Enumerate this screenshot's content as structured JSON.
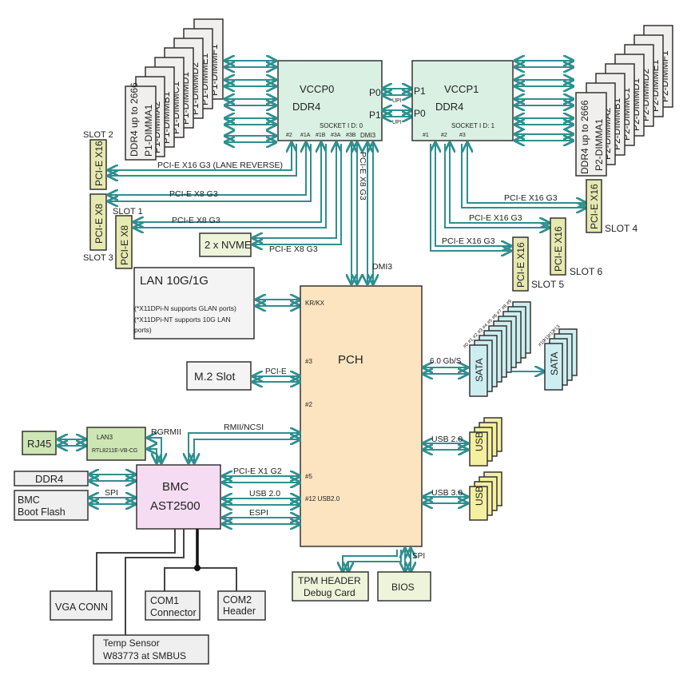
{
  "colors": {
    "bus": "#2e8f8f",
    "cpu_fill": "#d9f0e3",
    "pch_fill": "#fde4c0",
    "bmc_fill": "#f5dcf3",
    "slot_fill": "#e6e9b0",
    "dimm_fill": "#f1eeee",
    "green_fill": "#cde6b4",
    "sata_fill": "#cdeef0",
    "usb_fill": "#f5f0a0",
    "gray_fill": "#efefef",
    "lightgreen_fill": "#eef4da"
  },
  "cpu0": {
    "name": "VCCP0",
    "mem": "DDR4",
    "p0": "P0",
    "p1": "P1",
    "socket": "SOCKET  I D: 0",
    "ports": [
      "#2",
      "#1A",
      "#1B",
      "#3A",
      "#3B",
      "DMI3"
    ]
  },
  "cpu1": {
    "name": "VCCP1",
    "mem": "DDR4",
    "p1": "P1",
    "p0": "P0",
    "socket": "SOCKET  I D: 1",
    "ports": [
      "#1",
      "#2",
      "#3"
    ]
  },
  "upi": [
    "UPI",
    "UPI"
  ],
  "p1_dimms": {
    "header": "DDR4  up to 2666",
    "slots": [
      "P1-DIMMA1",
      "P1-DIMMA2",
      "P1-DIMMB1",
      "P1-DIMMC1",
      "P1-DIMMD1",
      "P1-DIMMD2",
      "P1-DIMME1",
      "P1-DIMMF1"
    ]
  },
  "p2_dimms": {
    "header": "DDR4  up to 2666",
    "slots": [
      "P2-DIMMA1",
      "P2-DIMMA2",
      "P2-DIMMB1",
      "P2-DIMMC1",
      "P2-DIMMD1",
      "P2-DIMMD2",
      "P2-DIMME1",
      "P2-DIMMF1"
    ]
  },
  "left_slots": [
    {
      "label": "PCI-E X16",
      "slot": "SLOT 2",
      "bus": "PCI-E X16 G3 (LANE REVERSE)"
    },
    {
      "label": "PCI-E X8",
      "slot": "SLOT 3",
      "bus": "PCI-E X8 G3"
    },
    {
      "label": "PCI-E X8",
      "slot": "SLOT 1",
      "bus": "PCI-E X8 G3"
    }
  ],
  "nvme": {
    "label": "2 x NVME",
    "bus": "PCI-E X8 G3"
  },
  "cpu0_pch": {
    "pcie": "PCI-E X8 G3",
    "dmi": "DMI3"
  },
  "right_slots": [
    {
      "label": "PCI-E X16",
      "slot": "SLOT 4",
      "bus": "PCI-E X16 G3"
    },
    {
      "label": "PCI-E X16",
      "slot": "SLOT 6",
      "bus": "PCI-E X16 G3"
    },
    {
      "label": "PCI-E X16",
      "slot": "SLOT 5",
      "bus": "PCI-E X16 G3"
    }
  ],
  "lan": {
    "title": "LAN 10G/1G",
    "note1": "(*X11DPi-N supports GLAN ports)",
    "note2": "(*X11DPi-NT supports 10G LAN",
    "note3": "ports)",
    "bus": "KR/KX"
  },
  "pch": {
    "name": "PCH",
    "ports": {
      "kr": "KR/KX",
      "p3": "#3",
      "p2": "#2",
      "p5": "#5",
      "p12": "#12 USB2.0"
    }
  },
  "m2": {
    "label": "M.2 Slot",
    "bus": "PCI-E"
  },
  "sata": {
    "speed": "6.0 Gb/S",
    "label": "SATA",
    "group1": [
      "#0",
      "#1",
      "#2",
      "#3",
      "#4",
      "#5",
      "#6",
      "#7",
      "#8",
      "#9"
    ],
    "group2": [
      "#10",
      "#11",
      "#12",
      "#13"
    ]
  },
  "usb": [
    {
      "bus": "USB 2.0",
      "label": "USB"
    },
    {
      "bus": "USB 3.0",
      "label": "USB"
    }
  ],
  "rj45": "RJ45",
  "lan3": {
    "line1": "LAN3",
    "line2": "RTL8211E-VB-CG",
    "bus": "RGRMII"
  },
  "rmii": "RMII/NCSI",
  "ddr4": "DDR4",
  "bootflash": {
    "line1": "BMC",
    "line2": "Boot Flash",
    "bus": "SPI"
  },
  "bmc": {
    "line1": "BMC",
    "line2": "AST2500"
  },
  "bmc_pch": {
    "pcie": "PCI-E X1 G2",
    "usb": "USB 2.0",
    "espi": "ESPI"
  },
  "vga": "VGA CONN",
  "com1": {
    "line1": "COM1",
    "line2": "Connector"
  },
  "com2": {
    "line1": "COM2",
    "line2": "Header"
  },
  "temp": {
    "line1": "Temp Sensor",
    "line2": "W83773 at SMBUS"
  },
  "tpm": {
    "line1": "TPM HEADER",
    "line2": "Debug Card"
  },
  "bios": {
    "label": "BIOS",
    "bus": "SPI"
  }
}
